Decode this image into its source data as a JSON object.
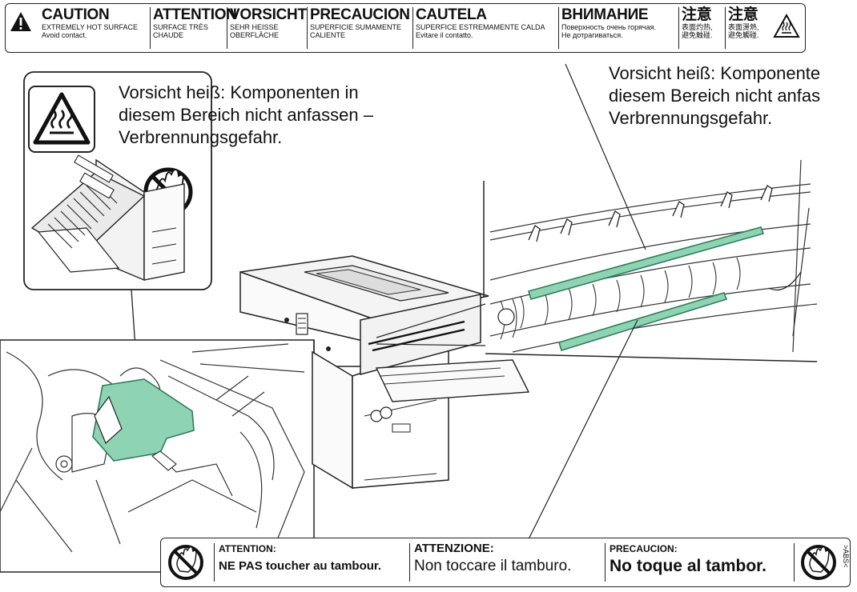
{
  "top_label": {
    "segments": [
      {
        "heading": "CAUTION",
        "lines": [
          "EXTREMELY HOT SURFACE",
          "Avoid contact."
        ]
      },
      {
        "heading": "ATTENTION",
        "lines": [
          "SURFACE TRÈS",
          "CHAUDE"
        ]
      },
      {
        "heading": "VORSICHT",
        "lines": [
          "SEHR HEISSE",
          "OBERFLÄCHE"
        ]
      },
      {
        "heading": "PRECAUCION",
        "lines": [
          "SUPERFICIE SUMAMENTE",
          "CALIENTE"
        ]
      },
      {
        "heading": "CAUTELA",
        "lines": [
          "SUPERFICE ESTREMAMENTE CALDA",
          "Evitare il contatto."
        ]
      },
      {
        "heading": "ВНИМАНИЕ",
        "lines": [
          "Поверхность очень горячая.",
          "Не дотрагиваться."
        ]
      },
      {
        "heading": "注意",
        "lines": [
          "表面灼热,",
          "避免触碰."
        ]
      },
      {
        "heading": "注意",
        "lines": [
          "表面燙熱,",
          "避免觸碰."
        ]
      }
    ]
  },
  "callouts": {
    "left": [
      "Vorsicht heiß: Komponenten in",
      "diesem Bereich nicht anfassen –",
      "Verbrennungsgefahr."
    ],
    "right": [
      "Vorsicht heiß: Komponente",
      "diesem Bereich nicht anfas",
      "Verbrennungsgefahr."
    ]
  },
  "bottom_label": {
    "segments": [
      {
        "heading": "ATTENTION:",
        "text": "NE PAS toucher au tambour."
      },
      {
        "heading": "ATTENZIONE:",
        "text": "Non toccare il tamburo."
      },
      {
        "heading": "PRECAUCION:",
        "text": "No toque al tambor."
      }
    ],
    "mark": ">ABS<"
  },
  "colors": {
    "hot_zone": "#8fd3b5",
    "hot_zone_stroke": "#2f7d5a",
    "line": "#222222"
  }
}
